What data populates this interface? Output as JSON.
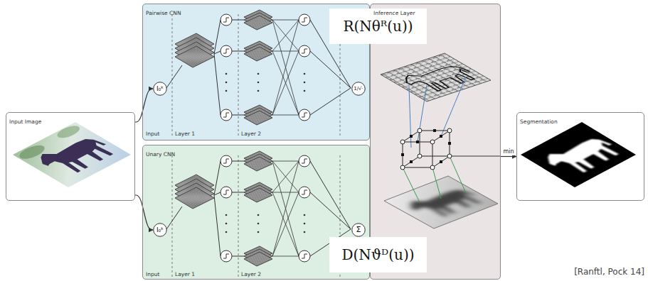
{
  "diagram": {
    "nodes": [
      {
        "text": [
          "Input Image"
        ]
      },
      {
        "text": [
          "Pairwise CNN"
        ]
      },
      {
        "text": [
          "I₀ᵏ"
        ],
        "in": 1
      },
      {
        "text": [
          "1/√·"
        ],
        "in": 1
      },
      {
        "text": [
          "Unary CNN"
        ]
      },
      {
        "text": [
          "I₀ᵏ"
        ],
        "in": 4
      },
      {
        "text": [
          "Σ"
        ],
        "in": 4
      },
      {
        "text": [
          "Inference Layer"
        ]
      },
      {
        "text": [
          "R(Nθᴿ(u))"
        ]
      },
      {
        "text": [
          "D(Nϑᴰ(u))"
        ]
      },
      {
        "text": [
          "Segmentation"
        ]
      }
    ],
    "edges": [
      {
        "from": 0,
        "to": 2,
        "arrow": "to"
      },
      {
        "from": 0,
        "to": 5,
        "arrow": "to"
      },
      {
        "from": 7,
        "to": 10,
        "label": "min",
        "arrow": "to"
      }
    ],
    "labels": [
      "Input",
      "Layer 1",
      "Layer 2",
      "Input",
      "Layer 1",
      "Layer 2",
      "[Ranftl, Pock 14]"
    ]
  }
}
